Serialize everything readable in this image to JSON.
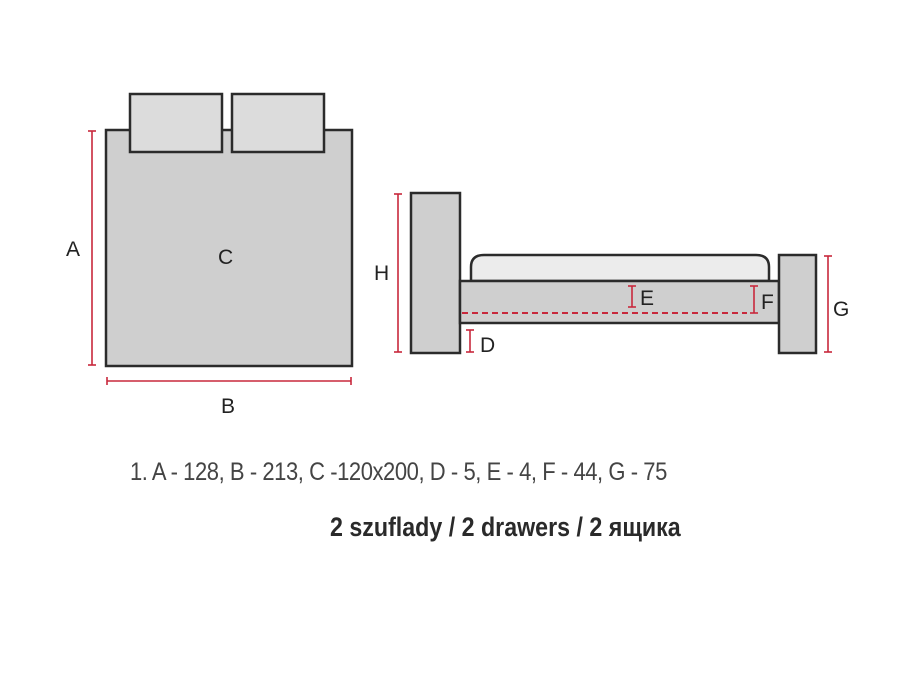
{
  "labels": {
    "a": "A",
    "b": "B",
    "c": "C",
    "d": "D",
    "e": "E",
    "f": "F",
    "g": "G",
    "h": "H"
  },
  "dimensions_text": "1. A - 128, B - 213, C -120x200, D - 5, E - 4, F - 44, G - 75",
  "drawers_text": "2 szuflady / 2 drawers / 2 ящика",
  "colors": {
    "body_fill": "#cfcfcf",
    "pillow_fill": "#dcdcdc",
    "mattress_fill": "#ececec",
    "outline": "#2b2b2b",
    "dimension_line": "#c8283c"
  }
}
